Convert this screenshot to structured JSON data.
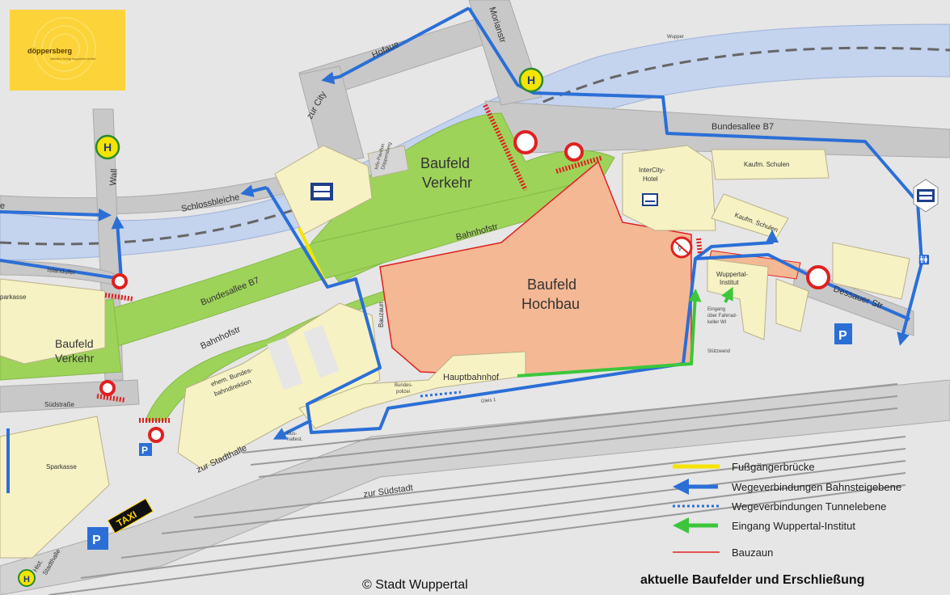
{
  "logo": {
    "name": "döppersberg",
    "tagline": "mitteilen bringt wuppertal weiter"
  },
  "labels": {
    "baufeld_verkehr": [
      "Baufeld",
      "Verkehr"
    ],
    "baufeld_verkehr_2": [
      "Baufeld",
      "Verkehr"
    ],
    "baufeld_hochbau": [
      "Baufeld",
      "Hochbau"
    ],
    "bundesallee_b7_left": "Bundesallee B7",
    "bundesallee_b7_right": "Bundesallee B7",
    "bahnhofstr_top": "Bahnhofstr",
    "bahnhofstr_mid": "Bahnhofstr",
    "schlossbleiche": "Schlossbleiche",
    "zur_city": "zur City",
    "hofaue": "Hofaue",
    "morianstr": "Morianstr",
    "wall": "Wall",
    "wupper": "Wupper",
    "islandufer": "Islandufer",
    "intercity_hotel": [
      "InterCity-",
      "Hotel"
    ],
    "kaufm_schulen_1": "Kaufm. Schulen",
    "kaufm_schulen_2": "Kaufm. Schulen",
    "wuppertal_institut": [
      "Wuppertal-",
      "Institut"
    ],
    "eingang": [
      "Eingang",
      "über Fahrrad-",
      "keller WI"
    ],
    "stuetzwand": "Stützwand",
    "dessauer_str": "Dessauer Str",
    "bauzaun_side": "Bauzaun",
    "hauptbahnhof": "Hauptbahnhof",
    "bundespolizei": [
      "Bundes-",
      "polizei"
    ],
    "gleis": "Gleis 1",
    "ehem_bundesbahndirektion": [
      "ehem. Bundes-",
      "bahndirektion"
    ],
    "zur_stadthalle": "zur Stadthalle",
    "zur_suedstadt": "zur Südstadt",
    "suedstrasse": "Südstraße",
    "sparkasse_top": "parkasse",
    "sparkasse_bottom": "Sparkasse",
    "hist_stadthalle": [
      "Hist.",
      "Stadthalle"
    ],
    "info_pavillon": [
      "Info-Pavillon",
      "Döppersberg"
    ],
    "bus_stop": [
      "Bus-",
      "haltest."
    ],
    "taxi": "TAXI",
    "h": "H",
    "p": "P",
    "left_edge": "e"
  },
  "legend": [
    {
      "label": "Fußgängerbrücke",
      "color": "#f5e400",
      "style": "solid"
    },
    {
      "label": "Wegeverbindungen Bahnsteigebene",
      "color": "#2b6fd6",
      "style": "arrow"
    },
    {
      "label": "Wegeverbindungen Tunnelebene",
      "color": "#2b6fd6",
      "style": "dotted"
    },
    {
      "label": "Eingang Wuppertal-Institut",
      "color": "#3cc63c",
      "style": "arrow"
    },
    {
      "label": "Bauzaun",
      "color": "#e02020",
      "style": "thin"
    }
  ],
  "footer": {
    "copyright": "© Stadt Wuppertal",
    "title": "aktuelle Baufelder und Erschließung"
  },
  "colors": {
    "background": "#e6e6e6",
    "road": "#c8c8c8",
    "river": "#c4d3ee",
    "green": "#9ed35a",
    "building": "#f6f2c4",
    "construction": "#f5b894",
    "route": "#2b6fd6",
    "logo_bg": "#fcd43a"
  }
}
